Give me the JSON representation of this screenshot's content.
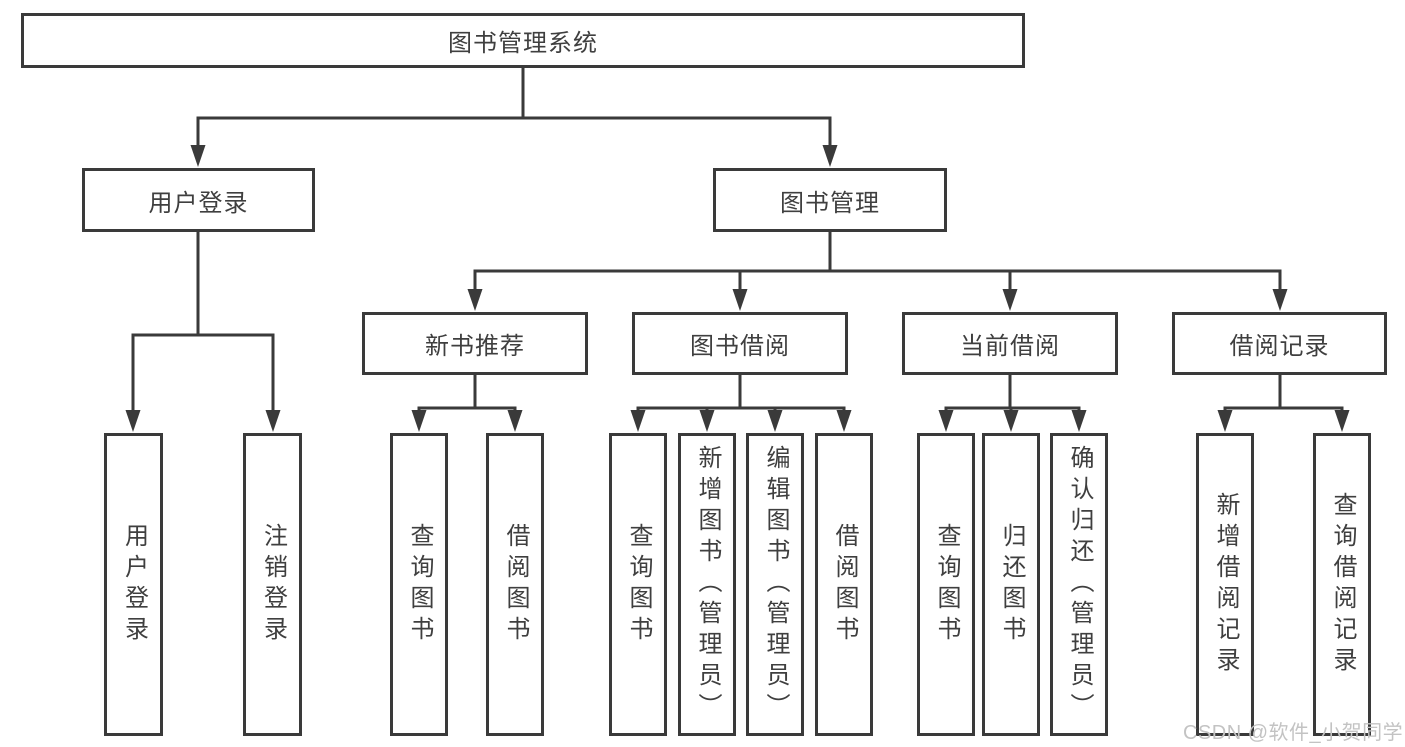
{
  "diagram": {
    "root": "图书管理系统",
    "branches": [
      {
        "label": "用户登录",
        "children": [
          "用户登录",
          "注销登录"
        ]
      },
      {
        "label": "图书管理",
        "children": [
          {
            "label": "新书推荐",
            "children": [
              "查询图书",
              "借阅图书"
            ]
          },
          {
            "label": "图书借阅",
            "children": [
              "查询图书",
              "新增图书（管理员）",
              "编辑图书（管理员）",
              "借阅图书"
            ]
          },
          {
            "label": "当前借阅",
            "children": [
              "查询图书",
              "归还图书",
              "确认归还（管理员）"
            ]
          },
          {
            "label": "借阅记录",
            "children": [
              "新增借阅记录",
              "查询借阅记录"
            ]
          }
        ]
      }
    ]
  },
  "watermark": "CSDN @软件_小贺同学",
  "colors": {
    "line": "#3a3a3a",
    "box_border": "#3a3a3a",
    "box_fill": "#ffffff",
    "text": "#3f3f3f",
    "watermark": "#c3c3c3",
    "background": "#ffffff"
  }
}
